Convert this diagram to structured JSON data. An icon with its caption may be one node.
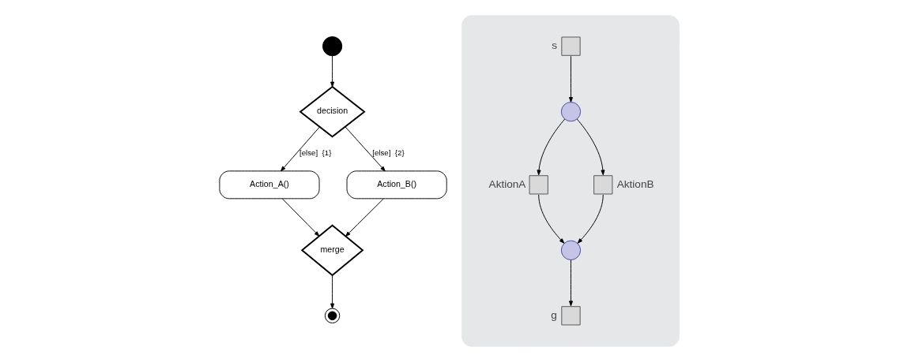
{
  "diagram": {
    "nodes": [
      {
        "text": [],
        "shape": "circle"
      },
      {
        "text": [
          "decision"
        ]
      },
      {
        "text": [
          "Action_A()"
        ]
      },
      {
        "text": [
          "Action_B()"
        ]
      },
      {
        "text": [
          "merge"
        ]
      },
      {
        "text": [],
        "shape": "circle"
      },
      {
        "text": [],
        "shape": "box"
      },
      {
        "text": [],
        "shape": "box",
        "beside": [
          "s"
        ],
        "in": 6
      },
      {
        "text": [],
        "shape": "circle",
        "in": 6
      },
      {
        "text": [],
        "shape": "box",
        "beside": [
          "AktionA"
        ],
        "in": 6
      },
      {
        "text": [],
        "shape": "box",
        "beside": [
          "AktionB"
        ],
        "in": 6
      },
      {
        "text": [],
        "shape": "circle",
        "in": 6
      },
      {
        "text": [],
        "shape": "box",
        "beside": [
          "g"
        ],
        "in": 6
      }
    ],
    "edges": [
      {
        "from": 0,
        "to": 1,
        "arrow": "to"
      },
      {
        "from": 1,
        "to": 2,
        "arrow": "to",
        "label": "[else]  {1}"
      },
      {
        "from": 1,
        "to": 3,
        "arrow": "to",
        "label": "[else]  {2}"
      },
      {
        "from": 2,
        "to": 4,
        "arrow": "to"
      },
      {
        "from": 3,
        "to": 4,
        "arrow": "to"
      },
      {
        "from": 4,
        "to": 5,
        "arrow": "to"
      },
      {
        "from": 7,
        "to": 8,
        "arrow": "to"
      },
      {
        "from": 8,
        "to": 9,
        "arrow": "to"
      },
      {
        "from": 8,
        "to": 10,
        "arrow": "to"
      },
      {
        "from": 9,
        "to": 11,
        "arrow": "to"
      },
      {
        "from": 10,
        "to": 11,
        "arrow": "to"
      },
      {
        "from": 11,
        "to": 12,
        "arrow": "to"
      }
    ]
  }
}
